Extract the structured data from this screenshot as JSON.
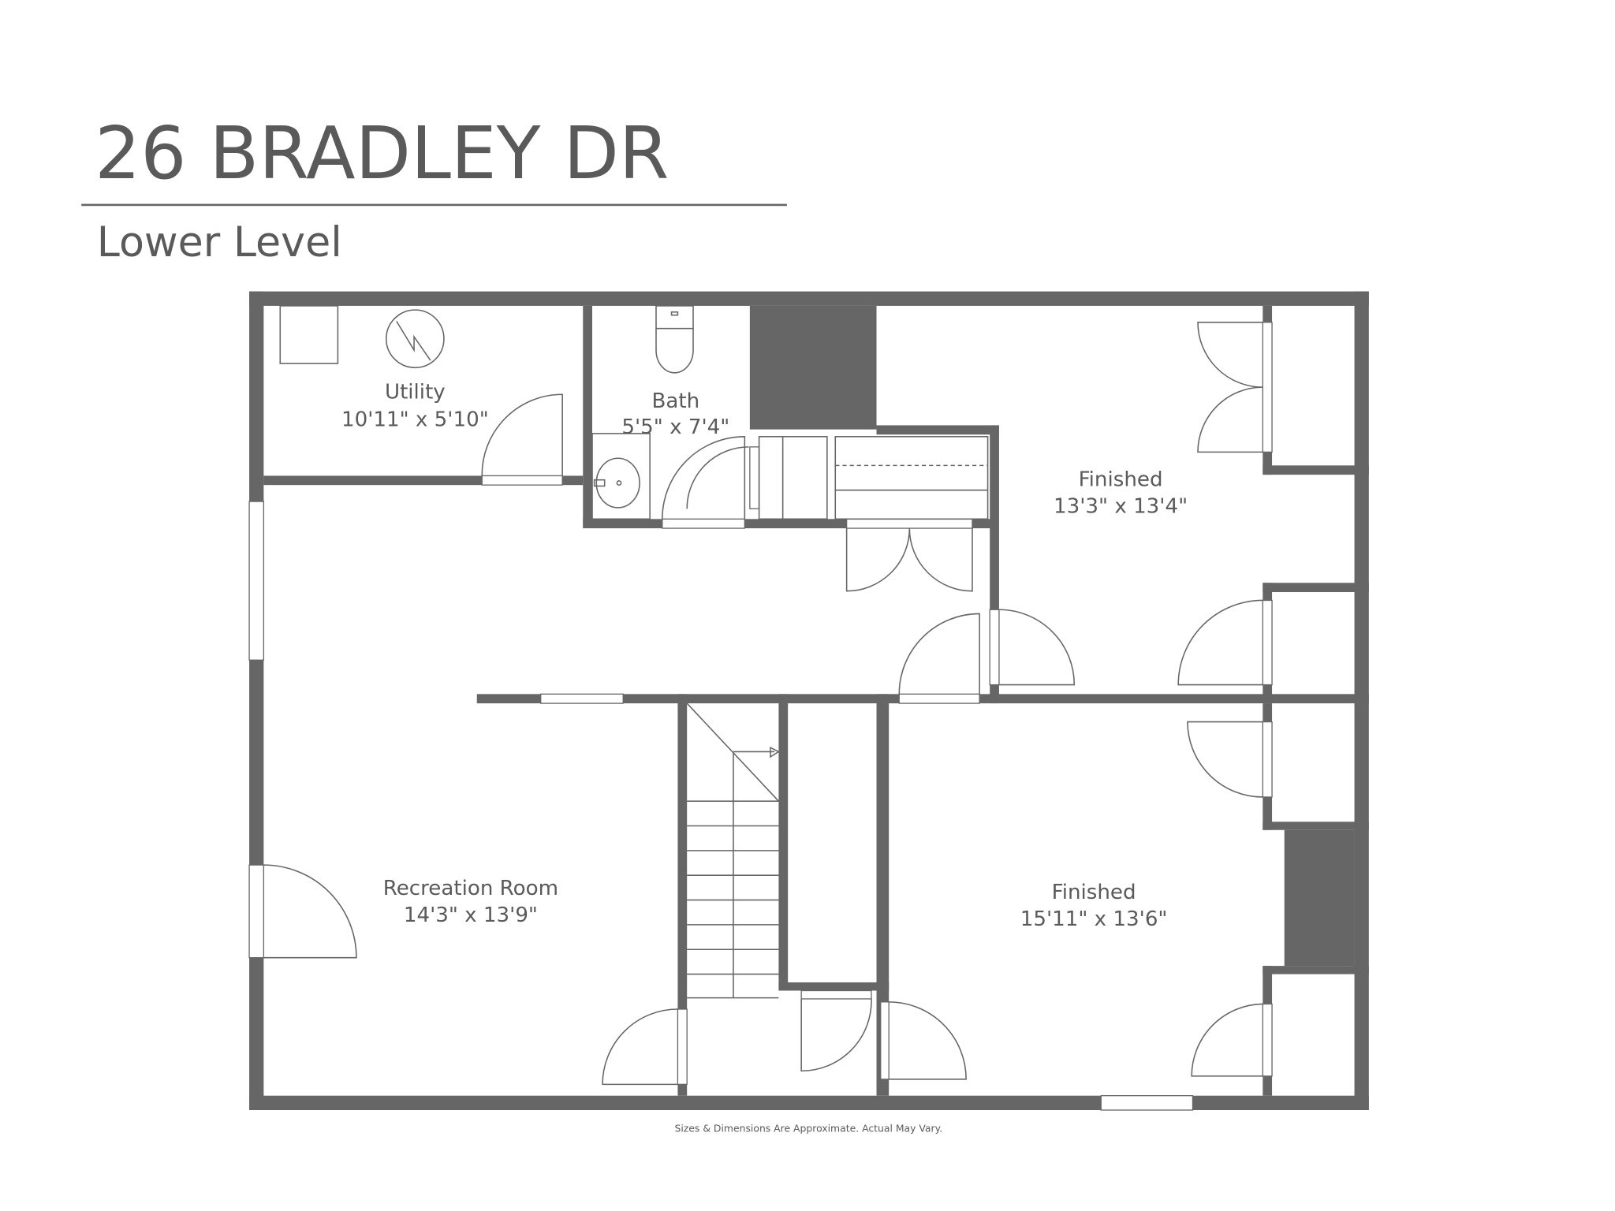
{
  "header": {
    "title": "26 BRADLEY DR",
    "subtitle": "Lower Level"
  },
  "rooms": [
    {
      "name": "Utility",
      "size": "10'11\" x 5'10\""
    },
    {
      "name": "Bath",
      "size": "5'5\" x 7'4\""
    },
    {
      "name": "Finished",
      "size": "13'3\" x 13'4\""
    },
    {
      "name": "Recreation Room",
      "size": "14'3\" x 13'9\""
    },
    {
      "name": "Finished",
      "size": "15'11\" x 13'6\""
    }
  ],
  "footer": {
    "disclaimer": "Sizes & Dimensions Are Approximate. Actual May Vary."
  },
  "colors": {
    "wall": "#666666",
    "text": "#5a5a5a"
  }
}
